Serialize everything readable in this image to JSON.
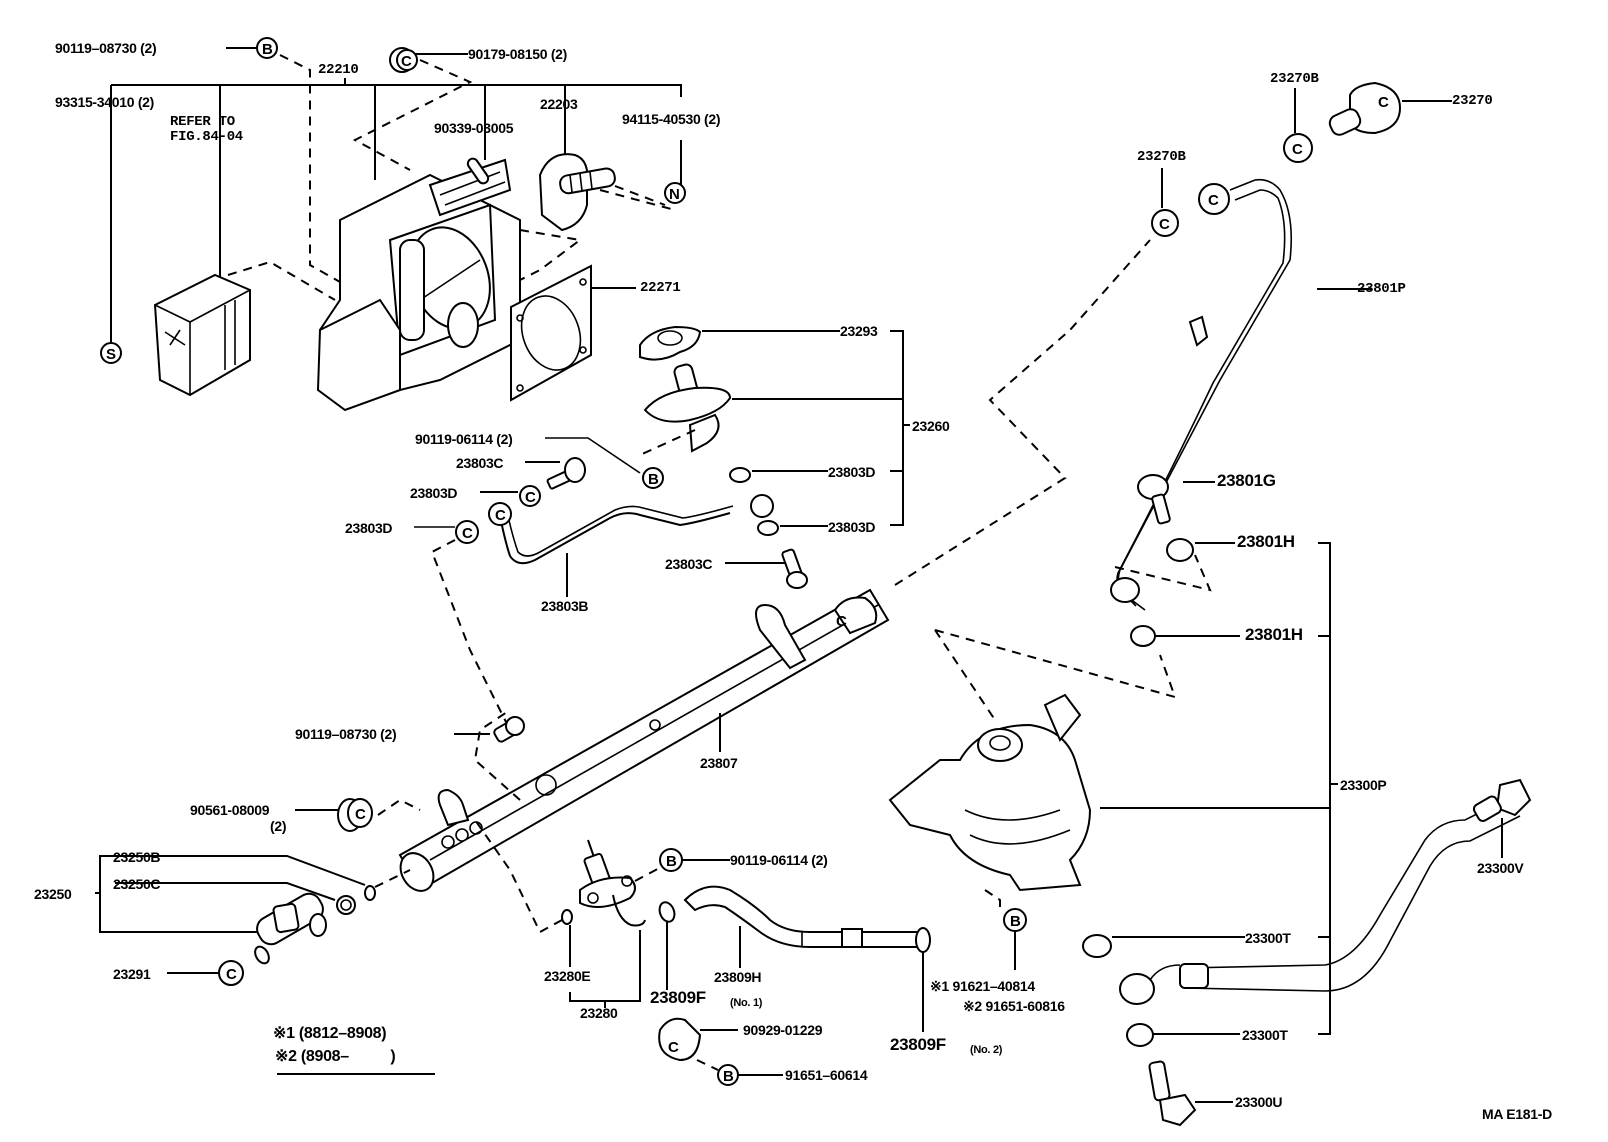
{
  "figure_id": "MA E181-D",
  "labels": {
    "p90119_08730_top": "90119–08730 (2)",
    "p90179_08150": "90179-08150 (2)",
    "p22210": "22210",
    "p93315_34010": "93315-34010 (2)",
    "refer_line1": "REFER TO",
    "refer_line2": "FIG.84-04",
    "p22203": "22203",
    "p90339_03005": "90339-03005",
    "p94115_40530": "94115-40530 (2)",
    "p22271": "22271",
    "p23293": "23293",
    "p23260": "23260",
    "p90119_06114_mid": "90119-06114 (2)",
    "p23803C_a": "23803C",
    "p23803D_a": "23803D",
    "p23803D_b": "23803D",
    "p23803D_c": "23803D",
    "p23803D_d": "23803D",
    "p23803C_b": "23803C",
    "p23803B": "23803B",
    "p23270B_a": "23270B",
    "p23270": "23270",
    "p23270B_b": "23270B",
    "p23801P": "23801P",
    "p23801G": "23801G",
    "p23801H_a": "23801H",
    "p23801H_b": "23801H",
    "p23807": "23807",
    "p90119_08730_low": "90119–08730 (2)",
    "p90561_08009": "90561-08009",
    "p90561_qty": "(2)",
    "p23250B": "23250B",
    "p23250C": "23250C",
    "p23250": "23250",
    "p23291": "23291",
    "p90119_06114_low": "90119-06114 (2)",
    "p23280E": "23280E",
    "p23280": "23280",
    "p23809H": "23809H",
    "p23809F_1": "23809F",
    "p23809F_1_note": "(No. 1)",
    "p90929_01229": "90929-01229",
    "p91651_60614": "91651–60614",
    "p23809F_2": "23809F",
    "p23809F_2_note": "(No. 2)",
    "p91621_40814": "※1 91621–40814",
    "p91651_60816": "※2 91651-60816",
    "p23300P": "23300P",
    "p23300T_a": "23300T",
    "p23300T_b": "23300T",
    "p23300V": "23300V",
    "p23300U": "23300U"
  },
  "legend": {
    "note1": "※1 (8812–8908)",
    "note2": "※2 (8908–          )"
  },
  "callouts": {
    "B": "B",
    "C": "C",
    "N": "N",
    "S": "S"
  }
}
